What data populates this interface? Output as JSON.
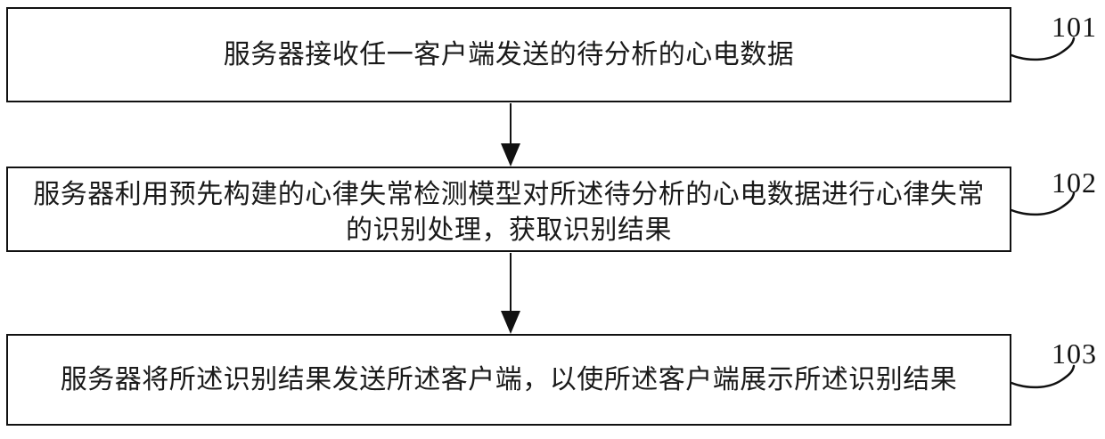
{
  "figure": {
    "type": "flowchart",
    "language": "zh-CN",
    "colors": {
      "line": "#111111",
      "text": "#1a1a1a",
      "background": "#ffffff"
    },
    "steps": [
      {
        "id": "101",
        "lines": {
          "0": "服务器接收任一客户端发送的待分析的心电数据"
        }
      },
      {
        "id": "102",
        "lines": {
          "0": "服务器利用预先构建的心律失常检测模型对所述待分析的心电数据进行心律失常",
          "1": "的识别处理，获取识别结果"
        }
      },
      {
        "id": "103",
        "lines": {
          "0": "服务器将所述识别结果发送所述客户端，以使所述客户端展示所述识别结果"
        }
      }
    ]
  }
}
